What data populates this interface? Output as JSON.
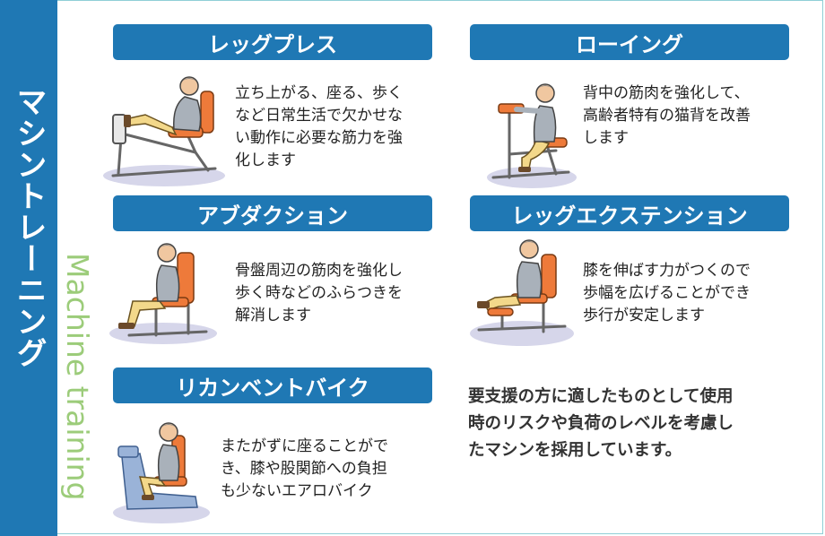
{
  "sidebar": {
    "title_ja": "マシントレーニング",
    "title_en": "Machine training"
  },
  "colors": {
    "banner_blue": "#1f78b4",
    "accent_green": "#9ccc7a",
    "seat_orange": "#ee7a3a",
    "pants_yellow": "#f3d88a",
    "shirt_gray": "#a9b1ba",
    "shadow_lavender": "#d6d6ea"
  },
  "machines": [
    {
      "label": "レッグプレス",
      "icon": "leg-press-illustration",
      "lines": [
        "立ち上がる、座る、歩く",
        "など日常生活で欠かせな",
        "い動作に必要な筋力を強",
        "化します"
      ]
    },
    {
      "label": "ローイング",
      "icon": "rowing-illustration",
      "lines": [
        "背中の筋肉を強化して、",
        "高齢者特有の猫背を改善",
        "します"
      ]
    },
    {
      "label": "アブダクション",
      "icon": "abduction-illustration",
      "lines": [
        "骨盤周辺の筋肉を強化し",
        "歩く時などのふらつきを",
        "解消します"
      ]
    },
    {
      "label": "レッグエクステンション",
      "icon": "leg-extension-illustration",
      "lines": [
        "膝を伸ばす力がつくので",
        "歩幅を広げることができ",
        "歩行が安定します"
      ]
    },
    {
      "label": "リカンベントバイク",
      "icon": "recumbent-bike-illustration",
      "lines": [
        "またがずに座ることがで",
        "き、膝や股関節への負担",
        "も少ないエアロバイク"
      ]
    }
  ],
  "note": {
    "lines": [
      "要支援の方に適したものとして使用",
      "時のリスクや負荷のレベルを考慮し",
      "たマシンを採用しています。"
    ]
  }
}
